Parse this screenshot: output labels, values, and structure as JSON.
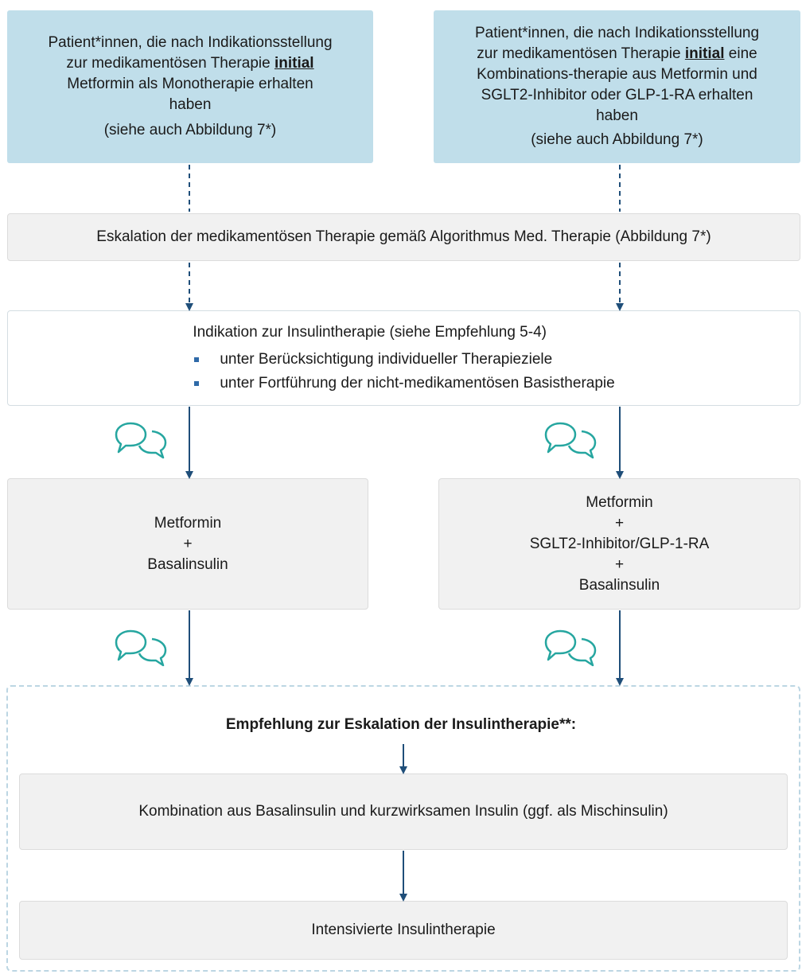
{
  "left_initial": {
    "line1": "Patient*innen, die nach Indikationsstellung",
    "line2_pre": "zur medikamentösen Therapie ",
    "line2_bold": "initial",
    "line3": "Metformin als Monotherapie erhalten",
    "line4": "haben",
    "line5": "(siehe auch Abbildung 7*)"
  },
  "right_initial": {
    "line1": "Patient*innen, die nach Indikationsstellung",
    "line2_pre": "zur medikamentösen Therapie ",
    "line2_bold": "initial",
    "line2_post": " eine",
    "line3": "Kombinations-therapie aus Metformin und",
    "line4": "SGLT2-Inhibitor oder GLP-1-RA erhalten",
    "line5": "haben",
    "line6": "(siehe auch Abbildung 7*)"
  },
  "escalation": "Eskalation der medikamentösen Therapie gemäß Algorithmus Med. Therapie (Abbildung 7*)",
  "indication": {
    "title": "Indikation zur Insulintherapie (siehe Empfehlung 5-4)",
    "bullets": [
      "unter Berücksichtigung individueller Therapieziele",
      "unter Fortführung der nicht-medikamentösen Basistherapie"
    ]
  },
  "left_combo": [
    "Metformin",
    "+",
    "Basalinsulin"
  ],
  "right_combo": [
    "Metformin",
    "+",
    "SGLT2-Inhibitor/GLP-1-RA",
    "+",
    "Basalinsulin"
  ],
  "recommendation_heading": "Empfehlung zur Eskalation der Insulintherapie**:",
  "step_combination": "Kombination aus Basalinsulin und kurzwirksamen Insulin (ggf. als Mischinsulin)",
  "step_intensified": "Intensivierte Insulintherapie",
  "colors": {
    "initial_box": "#c0deea",
    "arrow": "#1f4e79",
    "speech_icon": "#26a6a0",
    "grey_box": "#f1f1f1"
  }
}
